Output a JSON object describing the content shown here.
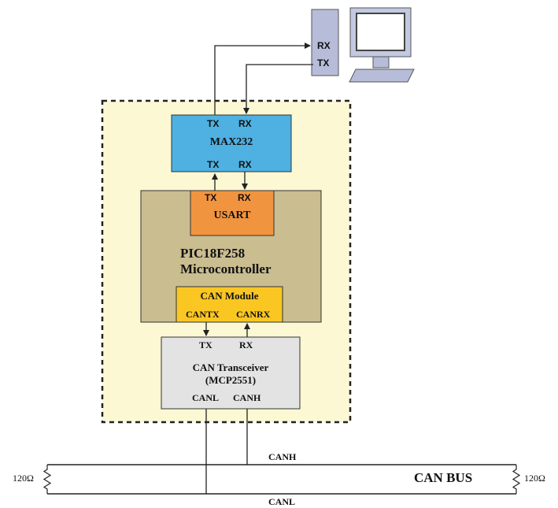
{
  "pc": {
    "rx": "RX",
    "tx": "TX"
  },
  "max232": {
    "name": "MAX232",
    "top_tx": "TX",
    "top_rx": "RX",
    "bottom_tx": "TX",
    "bottom_rx": "RX"
  },
  "usart": {
    "name": "USART",
    "tx": "TX",
    "rx": "RX"
  },
  "mcu": {
    "line1": "PIC18F258",
    "line2": "Microcontroller"
  },
  "can_module": {
    "name": "CAN Module",
    "cantx": "CANTX",
    "canrx": "CANRX"
  },
  "transceiver": {
    "tx": "TX",
    "rx": "RX",
    "line1": "CAN Transceiver",
    "line2": "(MCP2551)",
    "canl": "CANL",
    "canh": "CANH"
  },
  "bus": {
    "canh": "CANH",
    "canl": "CANL",
    "name": "CAN BUS",
    "term_left": "120Ω",
    "term_right": "120Ω"
  },
  "colors": {
    "board_fill": "#fbf8d3",
    "max232_fill": "#4fb0e2",
    "mcu_fill": "#cabd90",
    "usart_fill": "#f1943f",
    "can_module_fill": "#fac622",
    "transceiver_fill": "#e3e3e3",
    "pc_fill": "#b7bcd9"
  }
}
